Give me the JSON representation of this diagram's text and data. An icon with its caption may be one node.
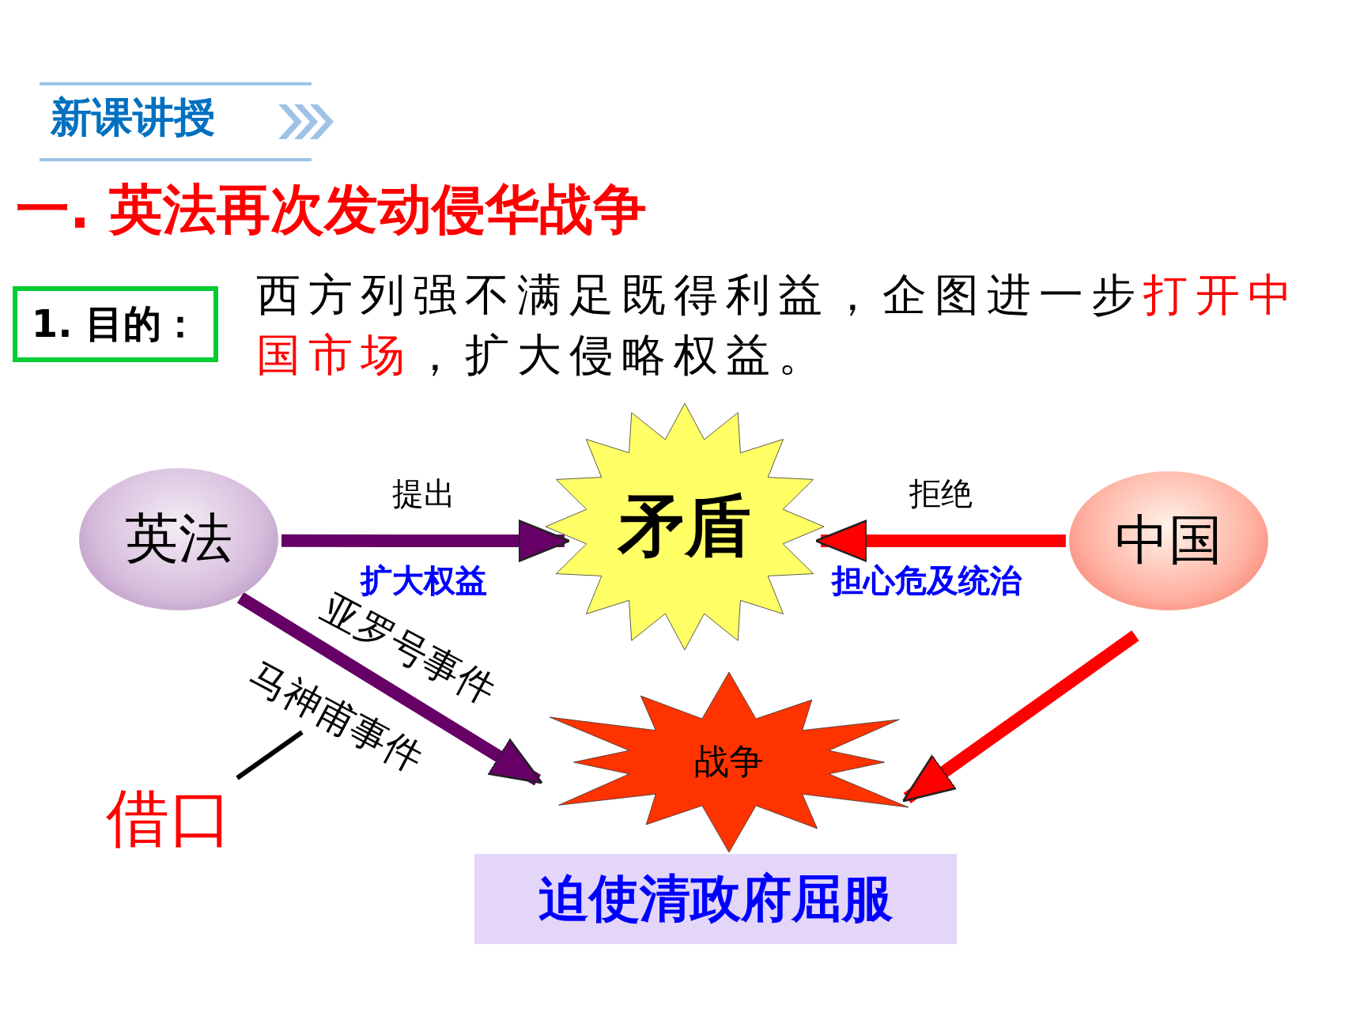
{
  "diagram": {
    "title": "一. 英法再次发动侵华战争",
    "nodes": [
      {
        "text": [
          "1. 目的："
        ]
      },
      {
        "text": [
          "英法"
        ]
      },
      {
        "text": [
          "矛盾"
        ]
      },
      {
        "text": [
          "中国"
        ]
      },
      {
        "text": [
          "战争"
        ]
      },
      {
        "text": [
          "借口"
        ]
      },
      {
        "text": [
          "迫使清政府屈服"
        ]
      },
      {
        "text": [
          "马神甫事件"
        ]
      }
    ],
    "edges": [
      {
        "from": 1,
        "to": 2,
        "arrow": "to",
        "label": "提出",
        "color": "#660066"
      },
      {
        "from": 3,
        "to": 2,
        "arrow": "to",
        "label": "拒绝",
        "color": "#ff0000"
      },
      {
        "from": 1,
        "to": 4,
        "arrow": "to",
        "label": "亚罗号事件",
        "color": "#660066"
      },
      {
        "from": 3,
        "to": 4,
        "arrow": "to",
        "color": "#ff0000"
      },
      {
        "from": 5,
        "to": 7,
        "arrow": "none",
        "color": "#000000"
      }
    ],
    "labels": [
      "新课讲授",
      "西方列强不满足既得利益，企图进一步**打开中国市场**，扩大侵略权益。",
      "扩大权益",
      "担心危及统治"
    ]
  }
}
